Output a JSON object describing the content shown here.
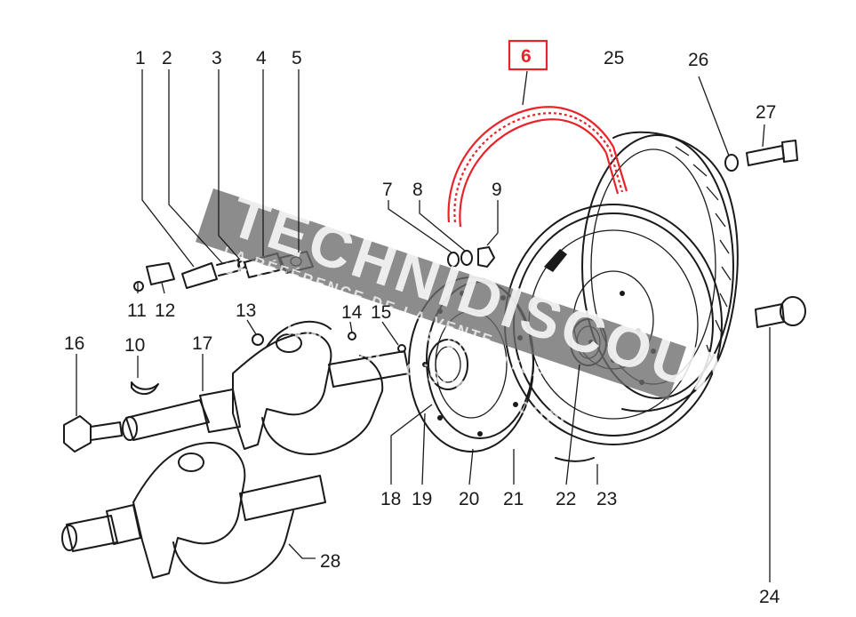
{
  "highlight_color": "#e8232a",
  "watermark": {
    "brand": "TECHNIDISCOUNT",
    "tagline_1": "LA RÉFÉRENCE DE LA VENTE",
    "tagline_2": "DE PIÈCES DÉTACHÉES SUR INTERNET",
    "url": "www.technidiscount.com"
  },
  "callouts": {
    "c1": "1",
    "c2": "2",
    "c3": "3",
    "c4": "4",
    "c5": "5",
    "c6": "6",
    "c7": "7",
    "c8": "8",
    "c9": "9",
    "c10": "10",
    "c11": "11",
    "c12": "12",
    "c13": "13",
    "c14": "14",
    "c15": "15",
    "c16": "16",
    "c17": "17",
    "c18": "18",
    "c19": "19",
    "c20": "20",
    "c21": "21",
    "c22": "22",
    "c23": "23",
    "c24": "24",
    "c25": "25",
    "c26": "26",
    "c27": "27",
    "c28": "28"
  }
}
